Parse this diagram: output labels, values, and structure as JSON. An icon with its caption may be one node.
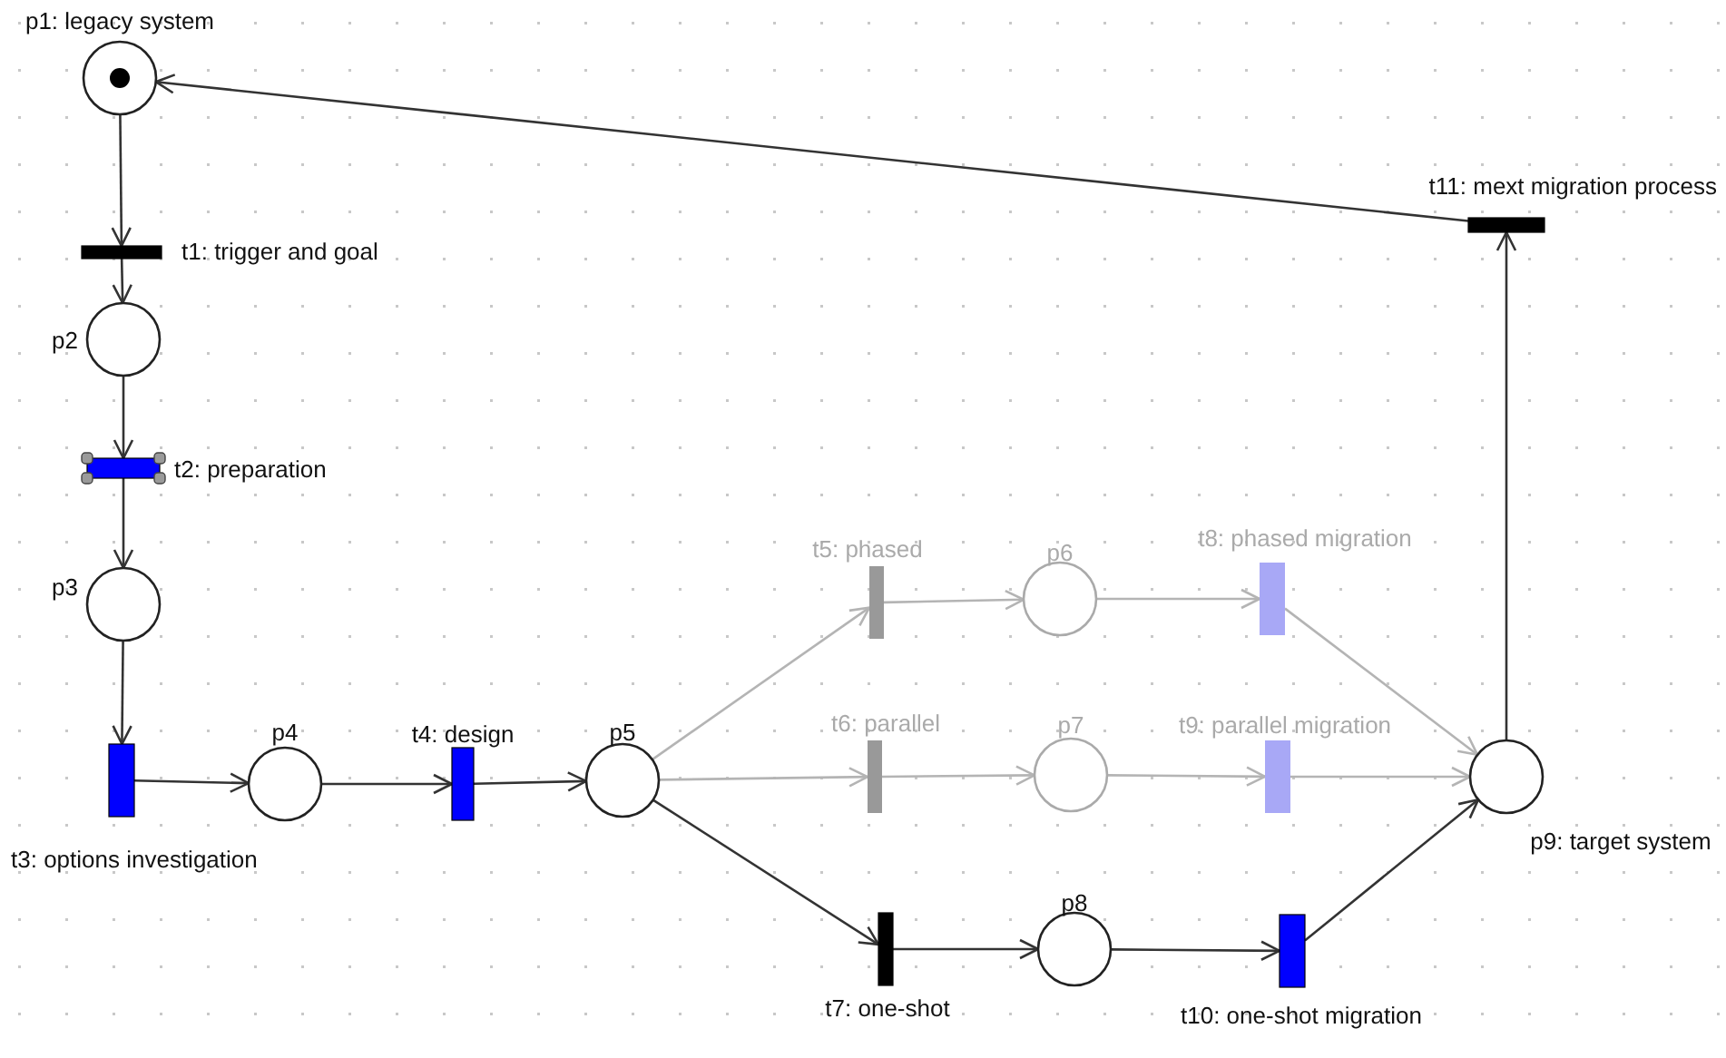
{
  "diagram": {
    "nodes": [
      {
        "text": [],
        "shape": "circle",
        "beside": [
          "p1: legacy system"
        ]
      },
      {
        "text": [],
        "shape": "bar",
        "beside": [
          "t1: trigger and goal"
        ]
      },
      {
        "text": [],
        "shape": "circle",
        "beside": [
          "p2"
        ]
      },
      {
        "text": [],
        "shape": "bar",
        "beside": [
          "t2: preparation"
        ]
      },
      {
        "text": [],
        "shape": "circle",
        "beside": [
          "p3"
        ]
      },
      {
        "text": [],
        "shape": "bar",
        "beside": [
          "t3: options investigation"
        ]
      },
      {
        "text": [],
        "shape": "circle",
        "beside": [
          "p4"
        ]
      },
      {
        "text": [],
        "shape": "bar",
        "beside": [
          "t4: design"
        ]
      },
      {
        "text": [],
        "shape": "circle",
        "beside": [
          "p5"
        ]
      },
      {
        "text": [],
        "shape": "bar",
        "beside": [
          "t5: phased"
        ]
      },
      {
        "text": [],
        "shape": "circle",
        "beside": [
          "p6"
        ]
      },
      {
        "text": [],
        "shape": "bar",
        "beside": [
          "t6: parallel"
        ]
      },
      {
        "text": [],
        "shape": "circle",
        "beside": [
          "p7"
        ]
      },
      {
        "text": [],
        "shape": "bar",
        "beside": [
          "t8: phased migration"
        ]
      },
      {
        "text": [],
        "shape": "bar",
        "beside": [
          "t9: parallel migration"
        ]
      },
      {
        "text": [],
        "shape": "bar",
        "beside": [
          "t7: one-shot"
        ]
      },
      {
        "text": [],
        "shape": "circle",
        "beside": [
          "p8"
        ]
      },
      {
        "text": [],
        "shape": "bar",
        "beside": [
          "t10: one-shot migration"
        ]
      },
      {
        "text": [],
        "shape": "circle",
        "beside": [
          "p9: target system"
        ]
      },
      {
        "text": [],
        "shape": "bar",
        "beside": [
          "t11: mext migration process"
        ]
      }
    ],
    "edges": [
      {
        "from": 0,
        "to": 1,
        "arrow": "to"
      },
      {
        "from": 1,
        "to": 2,
        "arrow": "to"
      },
      {
        "from": 2,
        "to": 3,
        "arrow": "to"
      },
      {
        "from": 3,
        "to": 4,
        "arrow": "to"
      },
      {
        "from": 4,
        "to": 5,
        "arrow": "to"
      },
      {
        "from": 5,
        "to": 6,
        "arrow": "to"
      },
      {
        "from": 6,
        "to": 7,
        "arrow": "to"
      },
      {
        "from": 7,
        "to": 8,
        "arrow": "to"
      },
      {
        "from": 8,
        "to": 9,
        "arrow": "to",
        "color": "#b4b4b4"
      },
      {
        "from": 8,
        "to": 11,
        "arrow": "to",
        "color": "#b4b4b4"
      },
      {
        "from": 8,
        "to": 15,
        "arrow": "to"
      },
      {
        "from": 9,
        "to": 10,
        "arrow": "to",
        "color": "#b4b4b4"
      },
      {
        "from": 10,
        "to": 13,
        "arrow": "to",
        "color": "#b4b4b4"
      },
      {
        "from": 11,
        "to": 12,
        "arrow": "to",
        "color": "#b4b4b4"
      },
      {
        "from": 12,
        "to": 14,
        "arrow": "to",
        "color": "#b4b4b4"
      },
      {
        "from": 13,
        "to": 18,
        "arrow": "to",
        "color": "#b4b4b4"
      },
      {
        "from": 14,
        "to": 18,
        "arrow": "to",
        "color": "#b4b4b4"
      },
      {
        "from": 15,
        "to": 16,
        "arrow": "to"
      },
      {
        "from": 16,
        "to": 17,
        "arrow": "to"
      },
      {
        "from": 17,
        "to": 18,
        "arrow": "to"
      },
      {
        "from": 18,
        "to": 19,
        "arrow": "to"
      },
      {
        "from": 19,
        "to": 0,
        "arrow": "to"
      }
    ]
  }
}
